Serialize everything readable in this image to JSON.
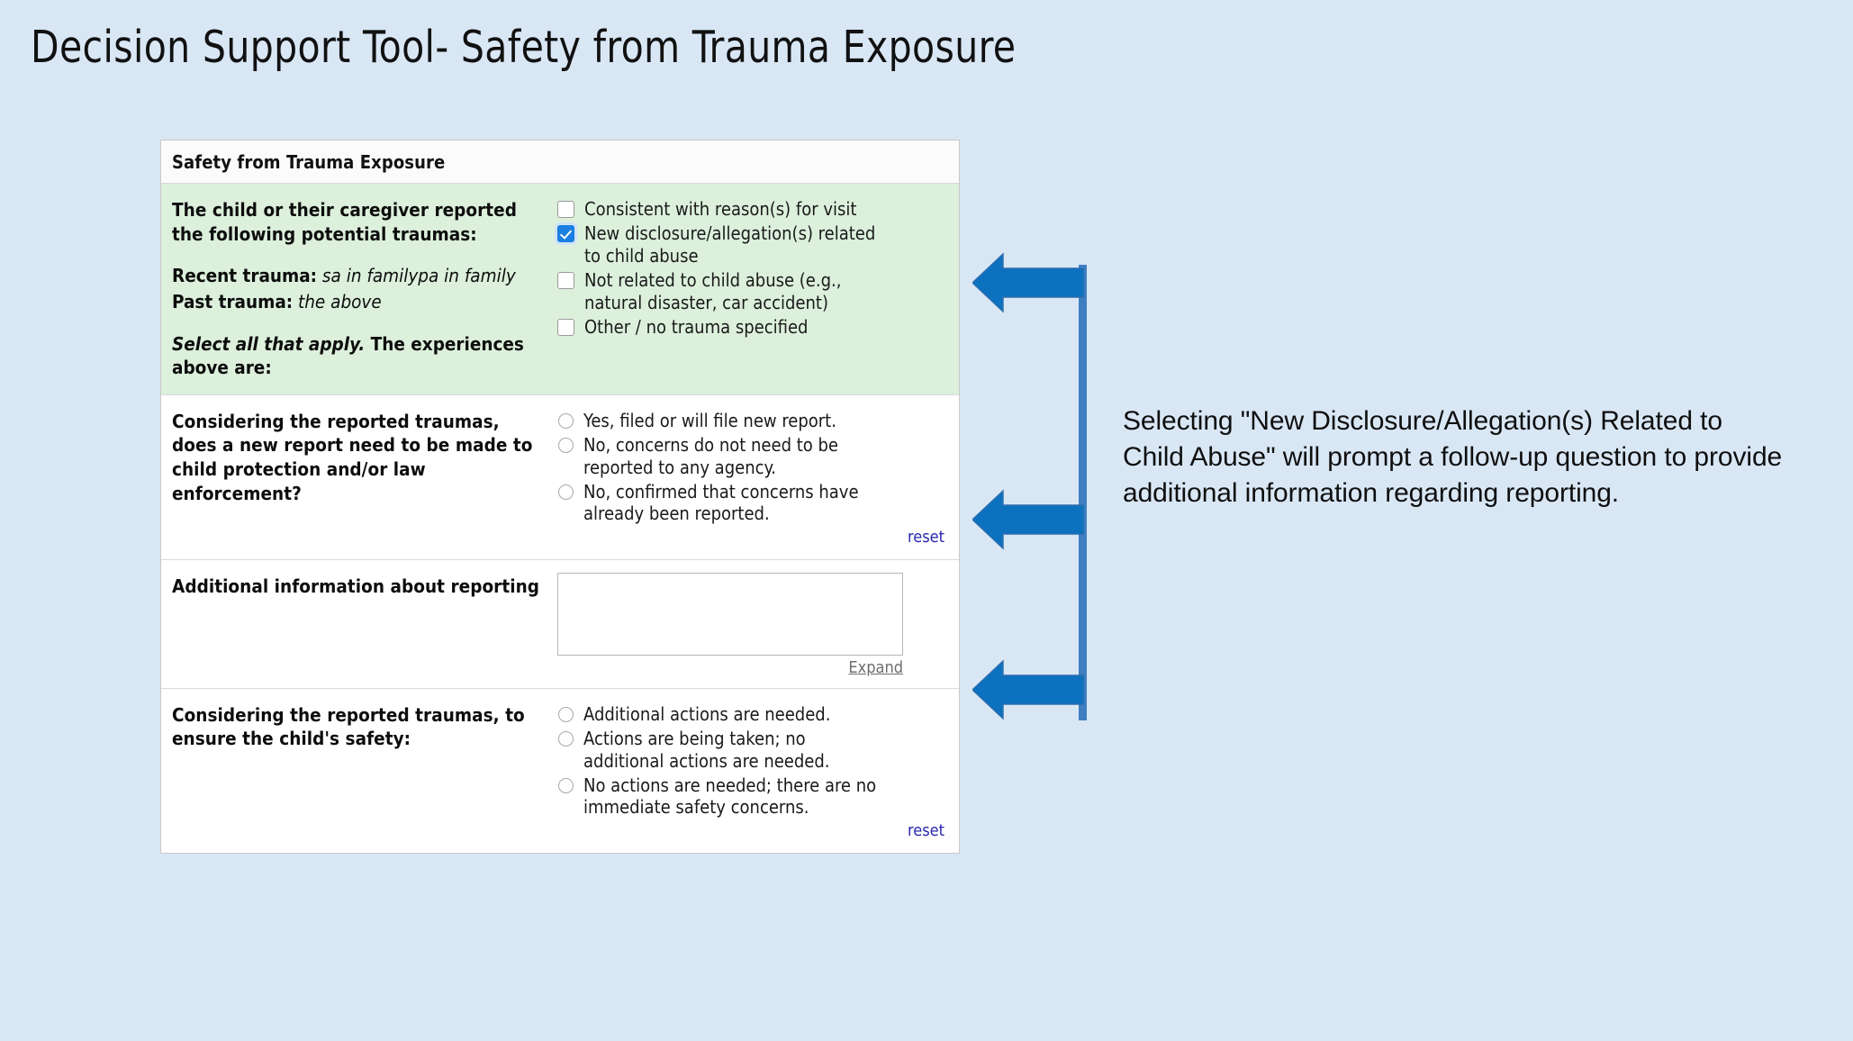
{
  "page": {
    "title": "Decision Support Tool- Safety from Trauma Exposure",
    "background_color": "#d9e7f5"
  },
  "form": {
    "header": "Safety from Trauma Exposure",
    "sections": [
      {
        "id": "trauma-types",
        "background": "#dcf0dc",
        "prompt": "The child or their caregiver reported the following potential traumas:",
        "recent_trauma_label": "Recent trauma:",
        "recent_trauma_value": "sa in familypa in family",
        "past_trauma_label": "Past trauma:",
        "past_trauma_value": "the above",
        "select_instruction": "Select all that apply.",
        "select_instruction_rest": " The experiences above are:",
        "control_type": "checkbox",
        "options": [
          {
            "label": "Consistent with reason(s) for visit",
            "checked": false
          },
          {
            "label": "New disclosure/allegation(s) related to child abuse",
            "checked": true
          },
          {
            "label": "Not related to child abuse (e.g., natural disaster, car accident)",
            "checked": false
          },
          {
            "label": "Other / no trauma specified",
            "checked": false
          }
        ]
      },
      {
        "id": "new-report-needed",
        "background": "#ffffff",
        "prompt": "Considering the reported traumas, does a new report need to be made to child protection and/or law enforcement?",
        "control_type": "radio",
        "options": [
          {
            "label": "Yes, filed or will file new report.",
            "checked": false
          },
          {
            "label": "No, concerns do not need to be reported to any agency.",
            "checked": false
          },
          {
            "label": "No, confirmed that concerns have already been reported.",
            "checked": false
          }
        ],
        "reset_label": "reset"
      },
      {
        "id": "additional-information",
        "background": "#ffffff",
        "prompt": "Additional information about reporting",
        "control_type": "textarea",
        "textarea_value": "",
        "expand_label": "Expand"
      },
      {
        "id": "child-safety-actions",
        "background": "#ffffff",
        "prompt": "Considering the reported traumas, to ensure the child's safety:",
        "control_type": "radio",
        "options": [
          {
            "label": "Additional actions are needed.",
            "checked": false
          },
          {
            "label": "Actions are being taken; no additional actions are needed.",
            "checked": false
          },
          {
            "label": "No actions are needed; there are no immediate safety concerns.",
            "checked": false
          }
        ],
        "reset_label": "reset"
      }
    ]
  },
  "callout": {
    "text": "Selecting \"New Disclosure/Allegation(s) Related to Child Abuse\" will prompt a follow-up question to provide additional information regarding reporting.",
    "arrow_color": "#0c71be",
    "connector_color": "#3f7fc1",
    "arrow_count": 3,
    "arrow_direction": "left"
  },
  "colors": {
    "accent_checked": "#1a7fe0",
    "panel_green": "#dcf0dc",
    "reset_link": "#2a27b0",
    "expand_link": "#6d6d6d"
  }
}
